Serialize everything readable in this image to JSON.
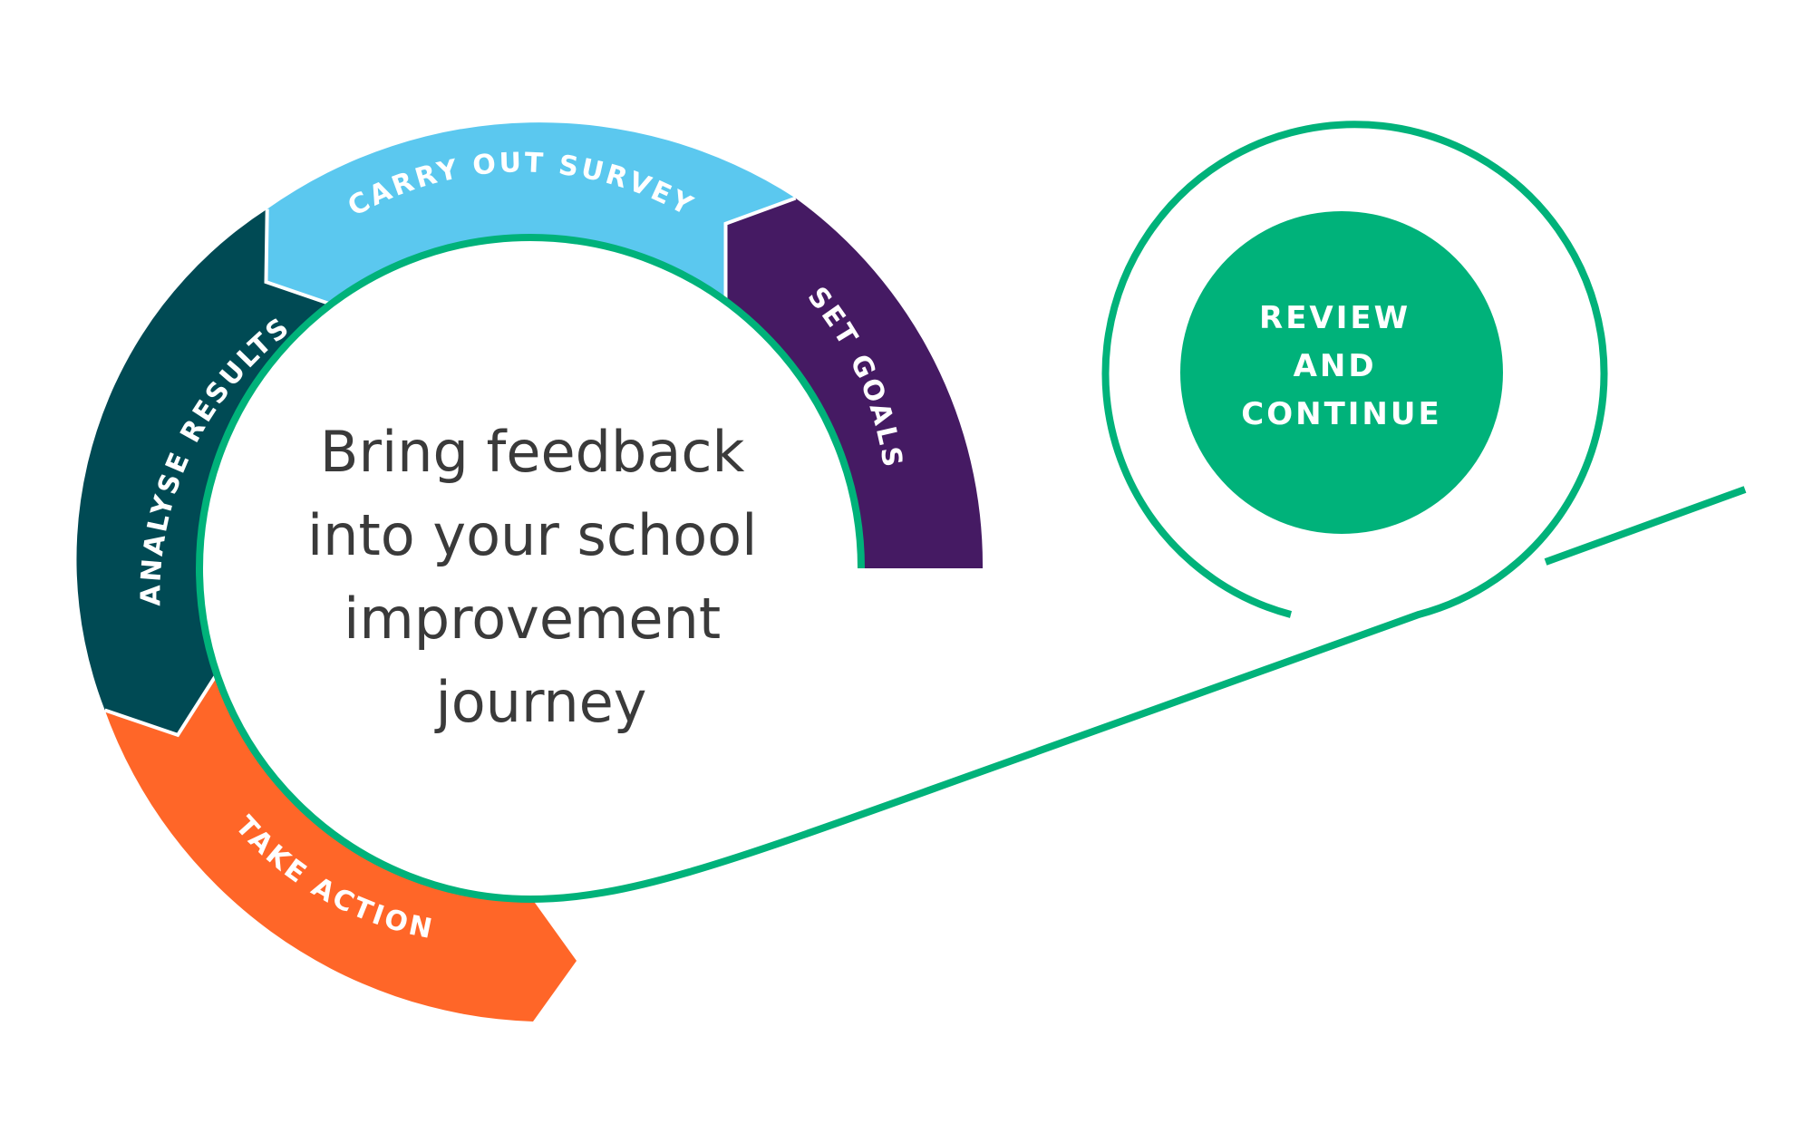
{
  "stages": {
    "carry_out_survey": {
      "label": "CARRY OUT SURVEY",
      "color": "#5bc8ef"
    },
    "set_goals": {
      "label": "SET GOALS",
      "color": "#451a63"
    },
    "analyse_results": {
      "label": "ANALYSE RESULTS",
      "color": "#004a54"
    },
    "take_action": {
      "label": "TAKE ACTION",
      "color": "#ff6628"
    }
  },
  "center": {
    "lines": [
      "Bring feedback",
      "into your school",
      "improvement",
      "journey"
    ]
  },
  "review": {
    "lines": [
      "REVIEW",
      "AND",
      "CONTINUE"
    ],
    "color": "#00b27a"
  },
  "path_color": "#00b27a"
}
